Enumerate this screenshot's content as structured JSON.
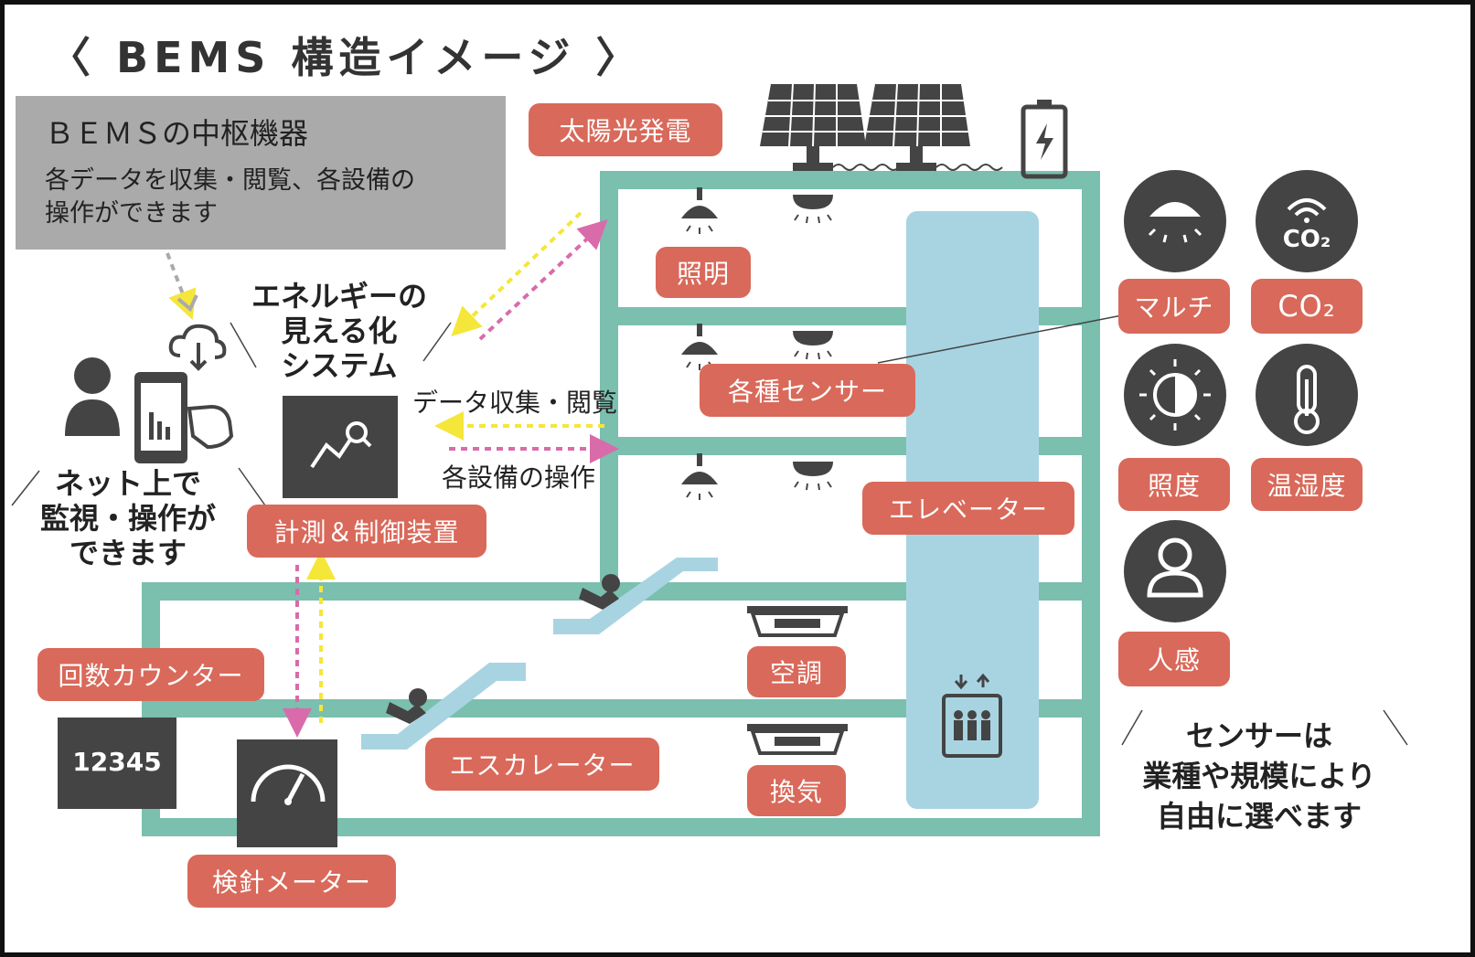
{
  "title": "〈 BEMS 構造イメージ 〉",
  "core_box": {
    "heading": "ＢＥＭＳの中枢機器",
    "line1": "各データを収集・閲覧、各設備の",
    "line2": "操作ができます"
  },
  "visualization": {
    "line1": "エネルギーの",
    "line2": "見える化",
    "line3": "システム"
  },
  "remote": {
    "line1": "ネット上で",
    "line2": "監視・操作が",
    "line3": "できます"
  },
  "arrows": {
    "collect": "データ収集・閲覧",
    "operate": "各設備の操作"
  },
  "labels": {
    "solar": "太陽光発電",
    "lighting": "照明",
    "sensors": "各種センサー",
    "controller": "計測＆制御装置",
    "elevator": "エレベーター",
    "counter": "回数カウンター",
    "aircon": "空調",
    "escalator": "エスカレーター",
    "ventilation": "換気",
    "meter": "検針メーター"
  },
  "counter_display": "12345",
  "sensor_types": {
    "multi": "マルチ",
    "co2": "CO₂",
    "co2_icon_text": "CO₂",
    "illuminance": "照度",
    "temp_humidity": "温湿度",
    "motion": "人感"
  },
  "sensor_note": {
    "line1": "センサーは",
    "line2": "業種や規模により",
    "line3": "自由に選べます"
  },
  "colors": {
    "accent_red": "#d9695a",
    "building_green": "#7bbfae",
    "elevator_blue": "#a8d4e2",
    "dark_icon": "#444444",
    "yellow_arrow": "#f5e63a",
    "pink_arrow": "#d96bab",
    "gray_box": "#aaaaaa"
  }
}
